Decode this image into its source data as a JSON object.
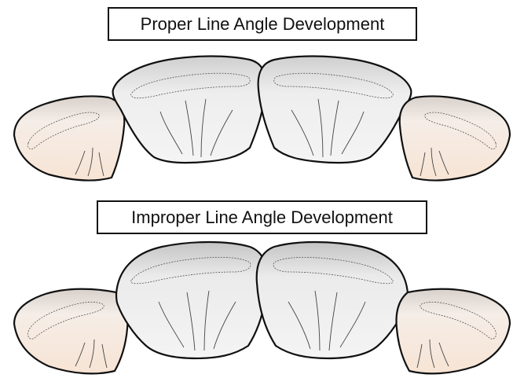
{
  "diagram": {
    "proper": {
      "title": "Proper Line Angle Development",
      "teeth": [
        "lateral-incisor-right",
        "central-incisor-right",
        "central-incisor-left",
        "lateral-incisor-left"
      ]
    },
    "improper": {
      "title": "Improper Line Angle Development",
      "teeth": [
        "lateral-incisor-right",
        "central-incisor-right",
        "central-incisor-left",
        "lateral-incisor-left"
      ]
    }
  },
  "colors": {
    "outline": "#111111",
    "central_fill": "#eeeeee",
    "lateral_fill": "#f8ece3",
    "shade": "#bfbfbf"
  }
}
